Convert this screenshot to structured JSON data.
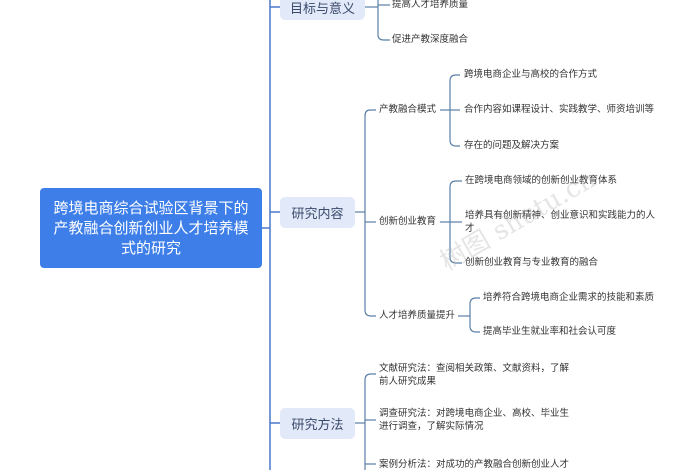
{
  "root": {
    "label": "跨境电商综合试验区背景下的产教融合创新创业人才培养模式的研究"
  },
  "branches": [
    {
      "label": "目标与意义",
      "children": [
        {
          "label": "提高人才培养质量"
        },
        {
          "label": "促进产教深度融合"
        }
      ]
    },
    {
      "label": "研究内容",
      "children": [
        {
          "label": "产教融合模式",
          "children": [
            {
              "label": "跨境电商企业与高校的合作方式"
            },
            {
              "label": "合作内容如课程设计、实践教学、师资培训等"
            },
            {
              "label": "存在的问题及解决方案"
            }
          ]
        },
        {
          "label": "创新创业教育",
          "children": [
            {
              "label": "在跨境电商领域的创新创业教育体系"
            },
            {
              "label_line1": "培养具有创新精神、创业意识和实践能力的人",
              "label_line2": "才"
            },
            {
              "label": "创新创业教育与专业教育的融合"
            }
          ]
        },
        {
          "label": "人才培养质量提升",
          "children": [
            {
              "label": "培养符合跨境电商企业需求的技能和素质"
            },
            {
              "label": "提高毕业生就业率和社会认可度"
            }
          ]
        }
      ]
    },
    {
      "label": "研究方法",
      "children": [
        {
          "label_line1": "文献研究法：查阅相关政策、文献资料，了解",
          "label_line2": "前人研究成果"
        },
        {
          "label_line1": "调查研究法：对跨境电商企业、高校、毕业生",
          "label_line2": "进行调查，了解实际情况"
        },
        {
          "label": "案例分析法：对成功的产教融合创新创业人才"
        }
      ]
    }
  ],
  "watermark": "树图 shutu.cn",
  "colors": {
    "root": "#3d7ee8",
    "branch_bg": "#e2e9f9",
    "line": "#4a78c8",
    "subline": "#5a7fa8"
  }
}
